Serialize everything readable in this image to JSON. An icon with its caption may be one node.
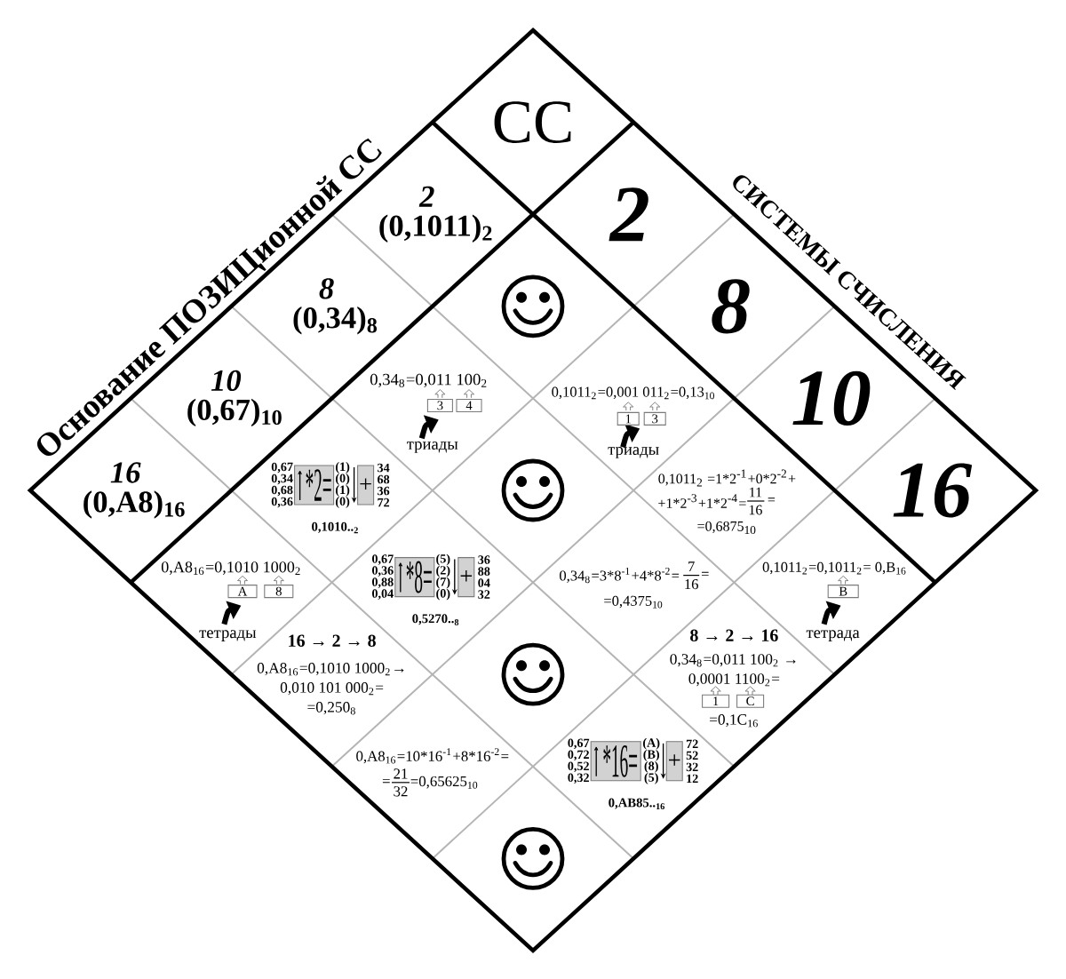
{
  "diagram": {
    "nodes": [
      {
        "text": [
          "СС"
        ]
      },
      {
        "text": [
          "2",
          "(0,1011)$_{2}$"
        ]
      },
      {
        "text": [
          "2"
        ]
      },
      {
        "text": [
          "8",
          "(0,34)$_{8}$"
        ]
      },
      {
        "text": [],
        "shape": "picture"
      },
      {
        "text": [
          "8"
        ]
      },
      {
        "text": [
          "10",
          "(0,67)$_{10}$"
        ]
      },
      {
        "text": [
          "0,34$_{8}$=0,011 100$_{2}$",
          "триады"
        ]
      },
      {
        "text": [
          "3"
        ],
        "in": 7
      },
      {
        "text": [
          "4"
        ],
        "in": 7
      },
      {
        "text": [
          "0,1011$_{2}$=0,001 011$_{2}$=0,13$_{10}$",
          "триады"
        ]
      },
      {
        "text": [
          "1"
        ],
        "in": 10
      },
      {
        "text": [
          "3"
        ],
        "in": 10
      },
      {
        "text": [
          "10"
        ]
      },
      {
        "text": [
          "16",
          "(0,A8)$_{16}$"
        ]
      },
      {
        "text": [
          "0,67 0,34 0,68 0,36",
          "(1) (0) (1) (0)",
          "34 68 36 72",
          "0,1010..$_{2}$"
        ]
      },
      {
        "text": [
          "*2="
        ],
        "in": 15
      },
      {
        "text": [
          "+"
        ],
        "in": 15
      },
      {
        "text": [],
        "shape": "picture"
      },
      {
        "text": [
          "0,1011$_{2}$ =1*2$^{-1}$+0*2$^{-2}$+",
          "+1*2$^{-3}$+1*2$^{-4}$=",
          "11",
          "16",
          "=",
          "=0,6875$_{10}$"
        ]
      },
      {
        "text": [
          "16"
        ]
      },
      {
        "text": [
          "0,A8$_{16}$=0,1010 1000$_{2}$",
          "тетрады"
        ]
      },
      {
        "text": [
          "A"
        ],
        "in": 21
      },
      {
        "text": [
          "8"
        ],
        "in": 21
      },
      {
        "text": [
          "0,67 0,36 0,88 0,04",
          "(5) (2) (7) (0)",
          "36 88 04 32",
          "0,5270..$_{8}$"
        ]
      },
      {
        "text": [
          "*8="
        ],
        "in": 24
      },
      {
        "text": [
          "+"
        ],
        "in": 24
      },
      {
        "text": [
          "0,34$_{8}$=3*8$^{-1}$+4*8$^{-2}$=",
          "7",
          "16",
          "=",
          "=0,4375$_{10}$"
        ]
      },
      {
        "text": [
          "0,1011$_{2}$=0,1011$_{2}$= 0,B$_{16}$",
          "тетрада"
        ]
      },
      {
        "text": [
          "B"
        ],
        "in": 28
      },
      {
        "text": [
          "16 → 2 → 8",
          "0,A8$_{16}$=0,1010 1000$_{2}$→ 0,010 101 000$_{2}$= =0,250$_{8}$"
        ]
      },
      {
        "text": [],
        "shape": "picture"
      },
      {
        "text": [
          "8 → 2 → 16",
          "0,34$_{8}$=0,011 100$_{2}$ → 0,0001 1100$_{2}$=",
          "=0,1C$_{16}$"
        ]
      },
      {
        "text": [
          "1"
        ],
        "in": 32
      },
      {
        "text": [
          "C"
        ],
        "in": 32
      },
      {
        "text": [
          "0,A8$_{16}$=10*16$^{-1}$+8*16$^{-2}$=",
          "=",
          "21",
          "32",
          "=0,65625$_{10}$"
        ]
      },
      {
        "text": [
          "0,67 0,72 0,52 0,32",
          "(A) (B) (8) (5)",
          "72 52 32 12",
          "0,AB85..$_{16}$"
        ]
      },
      {
        "text": [
          "*16="
        ],
        "in": 36
      },
      {
        "text": [
          "+"
        ],
        "in": 36
      },
      {
        "text": [],
        "shape": "picture"
      }
    ],
    "labels": [
      "Основание ПОЗИЦионной СС",
      "СИСТЕМЫ СЧИСЛЕНИЯ"
    ]
  }
}
